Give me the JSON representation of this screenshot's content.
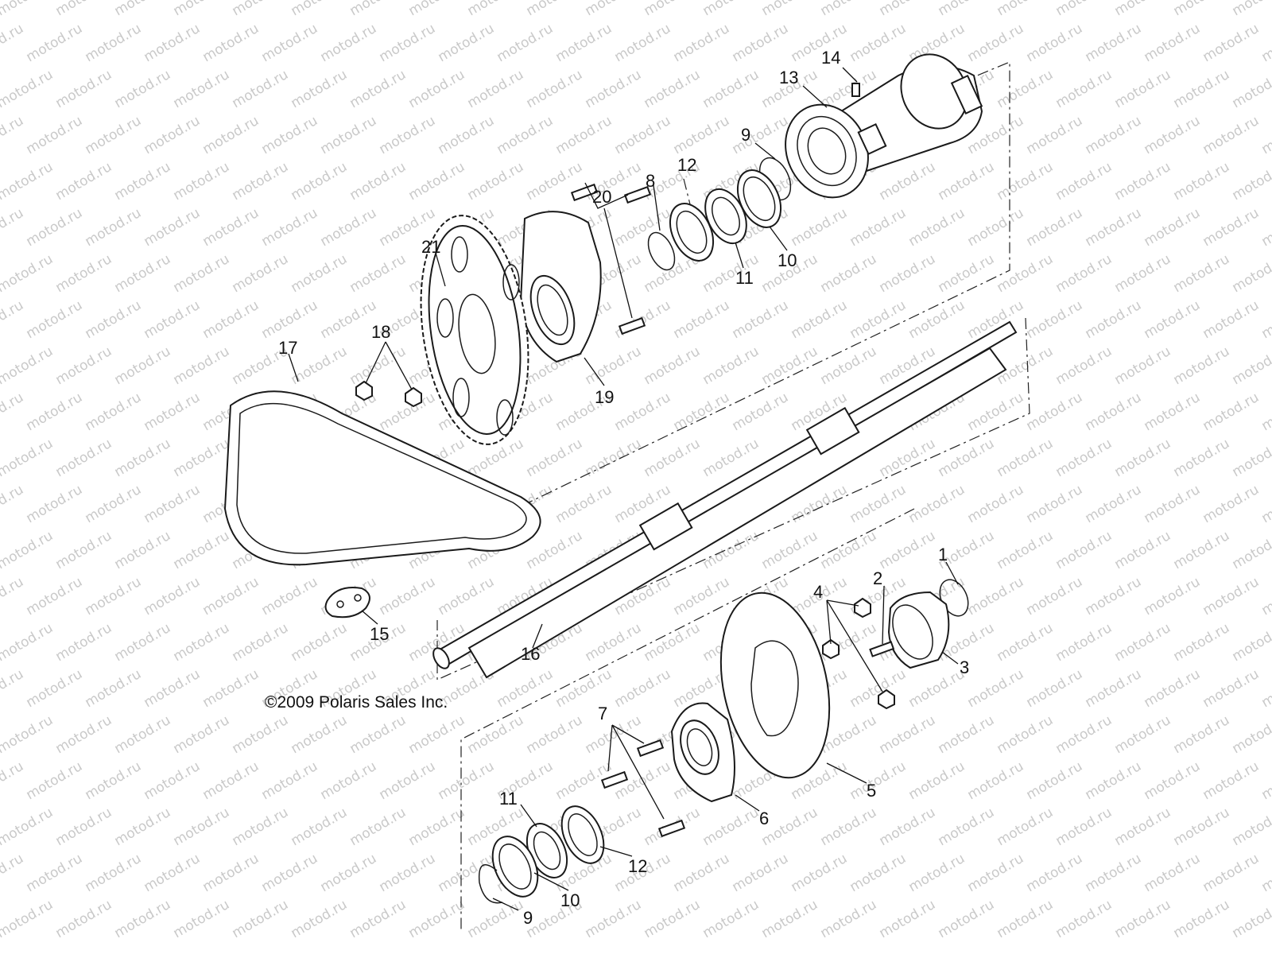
{
  "watermark": "motod.ru",
  "copyright": "©2009 Polaris Sales Inc.",
  "callouts": [
    {
      "id": "1",
      "text": "1"
    },
    {
      "id": "2",
      "text": "2"
    },
    {
      "id": "3",
      "text": "3"
    },
    {
      "id": "4",
      "text": "4"
    },
    {
      "id": "5",
      "text": "5"
    },
    {
      "id": "6",
      "text": "6"
    },
    {
      "id": "7",
      "text": "7"
    },
    {
      "id": "8",
      "text": "8"
    },
    {
      "id": "9a",
      "text": "9"
    },
    {
      "id": "9b",
      "text": "9"
    },
    {
      "id": "10a",
      "text": "10"
    },
    {
      "id": "10b",
      "text": "10"
    },
    {
      "id": "11a",
      "text": "11"
    },
    {
      "id": "11b",
      "text": "11"
    },
    {
      "id": "12a",
      "text": "12"
    },
    {
      "id": "12b",
      "text": "12"
    },
    {
      "id": "13",
      "text": "13"
    },
    {
      "id": "14",
      "text": "14"
    },
    {
      "id": "15",
      "text": "15"
    },
    {
      "id": "16",
      "text": "16"
    },
    {
      "id": "17",
      "text": "17"
    },
    {
      "id": "18",
      "text": "18"
    },
    {
      "id": "19",
      "text": "19"
    },
    {
      "id": "20",
      "text": "20"
    },
    {
      "id": "21",
      "text": "21"
    }
  ]
}
